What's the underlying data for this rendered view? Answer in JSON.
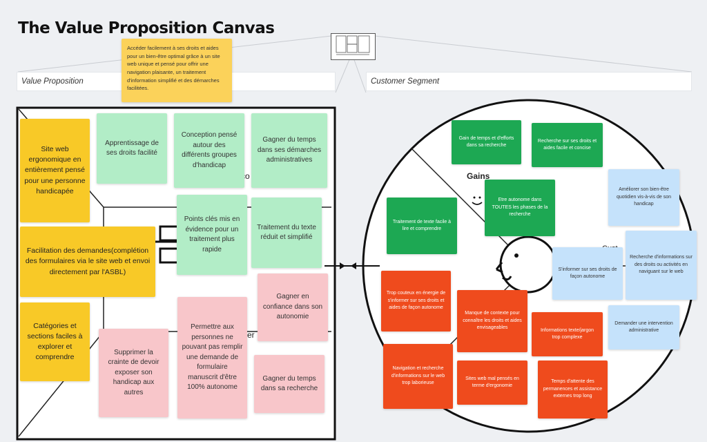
{
  "title": "The Value Proposition Canvas",
  "sections": {
    "value_proposition": "Value Proposition",
    "customer_segment": "Customer Segment"
  },
  "top_note": "Accéder facilement à ses droits et aides pour un bien-être optimal grâce à un site web unique et pensé pour offrir une navigation plaisante, un traitement d'information simplifié et des démarches facilitées.",
  "value_proposition": {
    "products_services": [
      "Site web ergonomique en entièrement pensé pour une personne handicapée",
      "Facilitation des demandes(complétion des formulaires via le site web et envoi directement par l'ASBL)",
      "Catégories et sections faciles à explorer et comprendre"
    ],
    "gain_creators": [
      "Apprentissage de ses droits facilité",
      "Conception pensé autour des différents groupes d'handicap",
      "Gagner du temps dans ses démarches administratives",
      "Points clés mis en évidence pour un traitement plus rapide",
      "Traitement du texte réduit et simplifié"
    ],
    "pain_relievers": [
      "Gagner en confiance dans son autonomie",
      "Permettre aux personnes ne pouvant pas remplir une demande de formulaire manuscrit d'être 100% autonome",
      "Supprimer la crainte de devoir exposer son handicap aux autres",
      "Gagner du temps dans sa recherche"
    ],
    "partial_labels": [
      "co",
      "er"
    ]
  },
  "customer_segment": {
    "gains_label": "Gains",
    "gains": [
      "Gain de temps et d'efforts dans sa recherche",
      "Recherche sur ses droits et aides facile et concise",
      "Etre autonome dans TOUTES les phases de la recherche",
      "Traitement de texte facile à lire et comprendre"
    ],
    "jobs": [
      "Améliorer son bien-être quotidien vis-à-vis de son handicap",
      "Recherche d'informations sur des droits ou activités en naviguant sur le web",
      "S'informer sur ses droits de façon autonome",
      "Demander une intervention administrative"
    ],
    "pains": [
      "Trop couteux en énergie de s'informer sur ses droits et aides de façon autonome",
      "Manque de contexte pour connaître les droits et aides envisageables",
      "Informations texte/jargon trop complexe",
      "Navigation et recherche d'informations sur le web trop laborieuse",
      "Sites web mal pensés en terme d'ergonomie",
      "Temps d'attente des permanences et assistance externes trop long"
    ],
    "partial_label": "Cust"
  },
  "colors": {
    "yellow": "#f8c927",
    "light_green": "#b2edc7",
    "pink": "#f8c6ca",
    "dark_green": "#1da853",
    "red": "#ef4b1d",
    "blue": "#c5e2fb"
  }
}
